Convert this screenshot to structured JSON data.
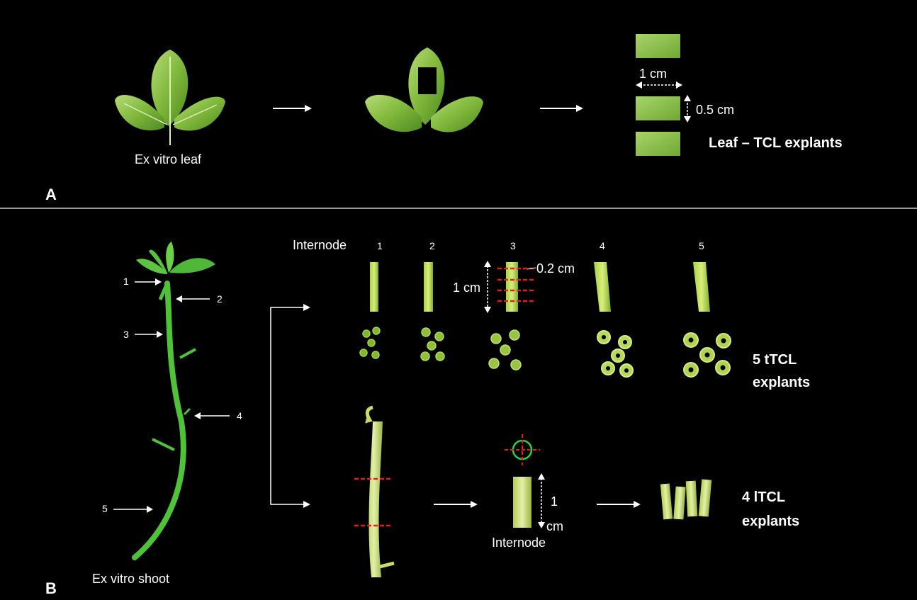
{
  "panel_a": {
    "letter": "A",
    "leaf_caption": "Ex vitro leaf",
    "width_label": "1 cm",
    "height_label": "0.5 cm",
    "explant_title": "Leaf – TCL explants"
  },
  "panel_b": {
    "letter": "B",
    "shoot_caption": "Ex vitro shoot",
    "internode_heading": "Internode",
    "internode_numbers": [
      "1",
      "2",
      "3",
      "4",
      "5"
    ],
    "shoot_markers": [
      "1",
      "2",
      "3",
      "4",
      "5"
    ],
    "thickness_label": "0.2 cm",
    "length_label": "1 cm",
    "ttcl_line1": "5 tTCL",
    "ttcl_line2": "explants",
    "segment_length_1": "1",
    "segment_length_2": "cm",
    "internode_caption": "Internode",
    "ltcl_line1": "4 lTCL",
    "ltcl_line2": "explants"
  },
  "colors": {
    "background": "#000000",
    "leaf_green": "#7fb83a",
    "stem_green": "#4fc23a",
    "pale_stem": "#c8dc6a",
    "cut_line": "#e0201c",
    "target_ring": "#2ecc40",
    "divider": "#9a9a9a"
  }
}
